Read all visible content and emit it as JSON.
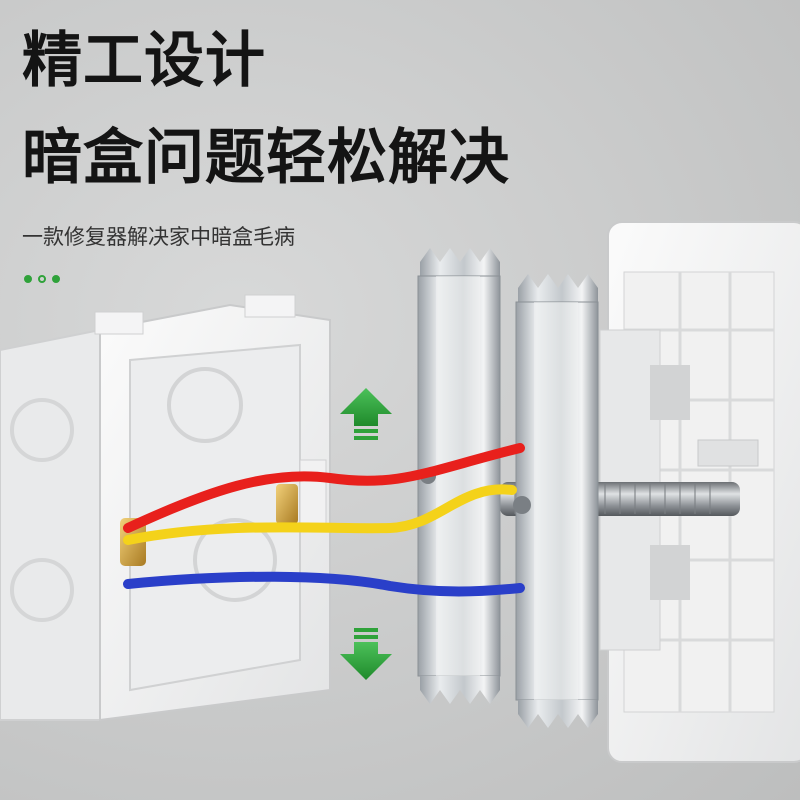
{
  "headline": {
    "line1": "精工设计",
    "line2": "暗盒问题轻松解决"
  },
  "subtitle": "一款修复器解决家中暗盒毛病",
  "indicator": {
    "dots": [
      "filled",
      "outline",
      "filled"
    ],
    "color": "#2fa23a"
  },
  "colors": {
    "wire_red": "#e8201c",
    "wire_yellow": "#f4d21a",
    "wire_blue": "#2a3fc9",
    "arrow_green": "#2fa23a"
  },
  "icons": {
    "up": "arrow-up-icon",
    "down": "arrow-down-icon"
  }
}
